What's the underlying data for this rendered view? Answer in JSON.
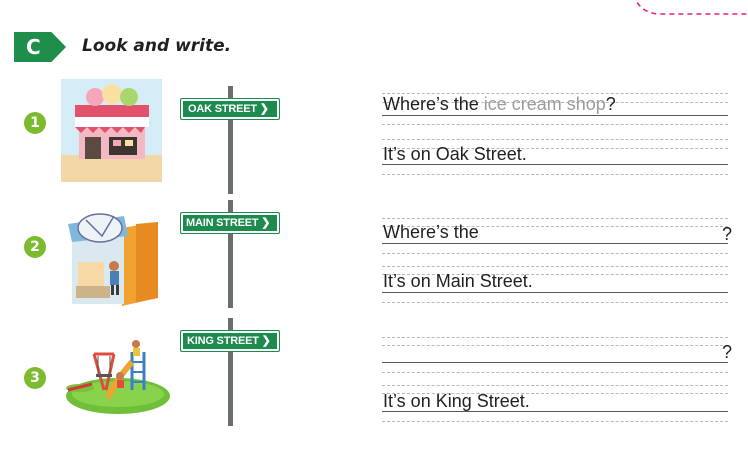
{
  "section": {
    "letter": "C",
    "instruction": "Look and write."
  },
  "items": [
    {
      "number": "1",
      "sign": "OAK STREET",
      "line1": {
        "before": "Where’s the ",
        "traced": "ice cream shop",
        "after": "?"
      },
      "line2": "It’s on Oak Street."
    },
    {
      "number": "2",
      "sign": "MAIN STREET",
      "line1": {
        "prefix": "Where’s the",
        "question_mark": "?"
      },
      "line2": "It’s on Main Street."
    },
    {
      "number": "3",
      "sign": "KING STREET",
      "line1": {
        "question_mark": "?"
      },
      "line2": "It’s on King Street."
    }
  ],
  "colors": {
    "badge": "#1f8e4a",
    "number_circle": "#7dbb2e",
    "sign_board": "#1d8a4e",
    "traced_text": "#9a9c9e"
  }
}
